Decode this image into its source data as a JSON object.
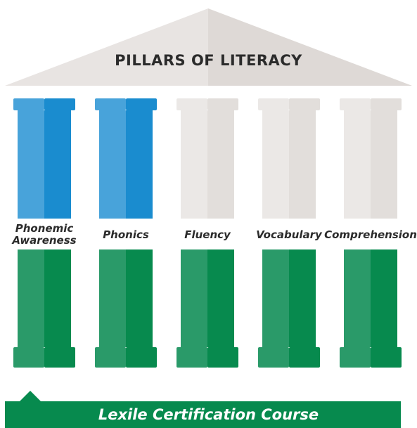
{
  "title": "PILLARS OF LITERACY",
  "pillars": [
    {
      "label_lines": [
        "Phonemic",
        "Awareness"
      ],
      "highlighted": true
    },
    {
      "label_lines": [
        "Phonics"
      ],
      "highlighted": true
    },
    {
      "label_lines": [
        "Fluency"
      ],
      "highlighted": false
    },
    {
      "label_lines": [
        "Vocabulary"
      ],
      "highlighted": false
    },
    {
      "label_lines": [
        "Comprehension"
      ],
      "highlighted": false
    }
  ],
  "banner": {
    "label": "Lexile Certification Course"
  },
  "colors": {
    "roof_light": "#e8e4e2",
    "roof_shade": "#ded9d6",
    "blue_light": "#48a3da",
    "blue_dark": "#1a8ccf",
    "gray_light": "#ebe8e6",
    "gray_dark": "#e2dedb",
    "green_light": "#2a9a69",
    "green_dark": "#078a4e",
    "banner": "#078a4e",
    "text": "#2b2b2b"
  }
}
